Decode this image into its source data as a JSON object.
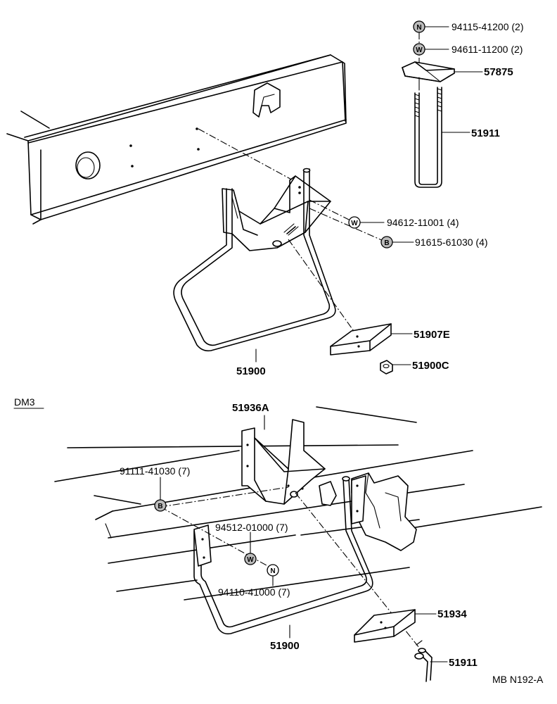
{
  "diagram": {
    "top_assembly": {
      "parts": {
        "nut_top": {
          "symbol": "N",
          "label": "94115-41200 (2)"
        },
        "washer_top": {
          "symbol": "W",
          "label": "94611-11200 (2)"
        },
        "plate": {
          "label": "57875"
        },
        "u_bolt": {
          "label": "51911"
        },
        "washer_mid": {
          "symbol": "W",
          "label": "94612-11001 (4)"
        },
        "bolt_mid": {
          "symbol": "B",
          "label": "91615-61030 (4)"
        },
        "step_bracket": {
          "label": "51907E"
        },
        "nut_cap": {
          "label": "51900C"
        },
        "step": {
          "label": "51900"
        }
      }
    },
    "dm3_assembly": {
      "section_label": "DM3",
      "parts": {
        "bracket": {
          "label": "51936A"
        },
        "bolt": {
          "symbol": "B",
          "label": "91111-41030 (7)"
        },
        "washer": {
          "symbol": "W",
          "label": "94512-01000 (7)"
        },
        "nut": {
          "symbol": "N",
          "label": "94110-41000 (7)"
        },
        "step": {
          "label": "51900"
        },
        "plate": {
          "label": "51934"
        },
        "u_bolt": {
          "label": "51911"
        }
      }
    },
    "drawing_code": "MB N192-A"
  }
}
